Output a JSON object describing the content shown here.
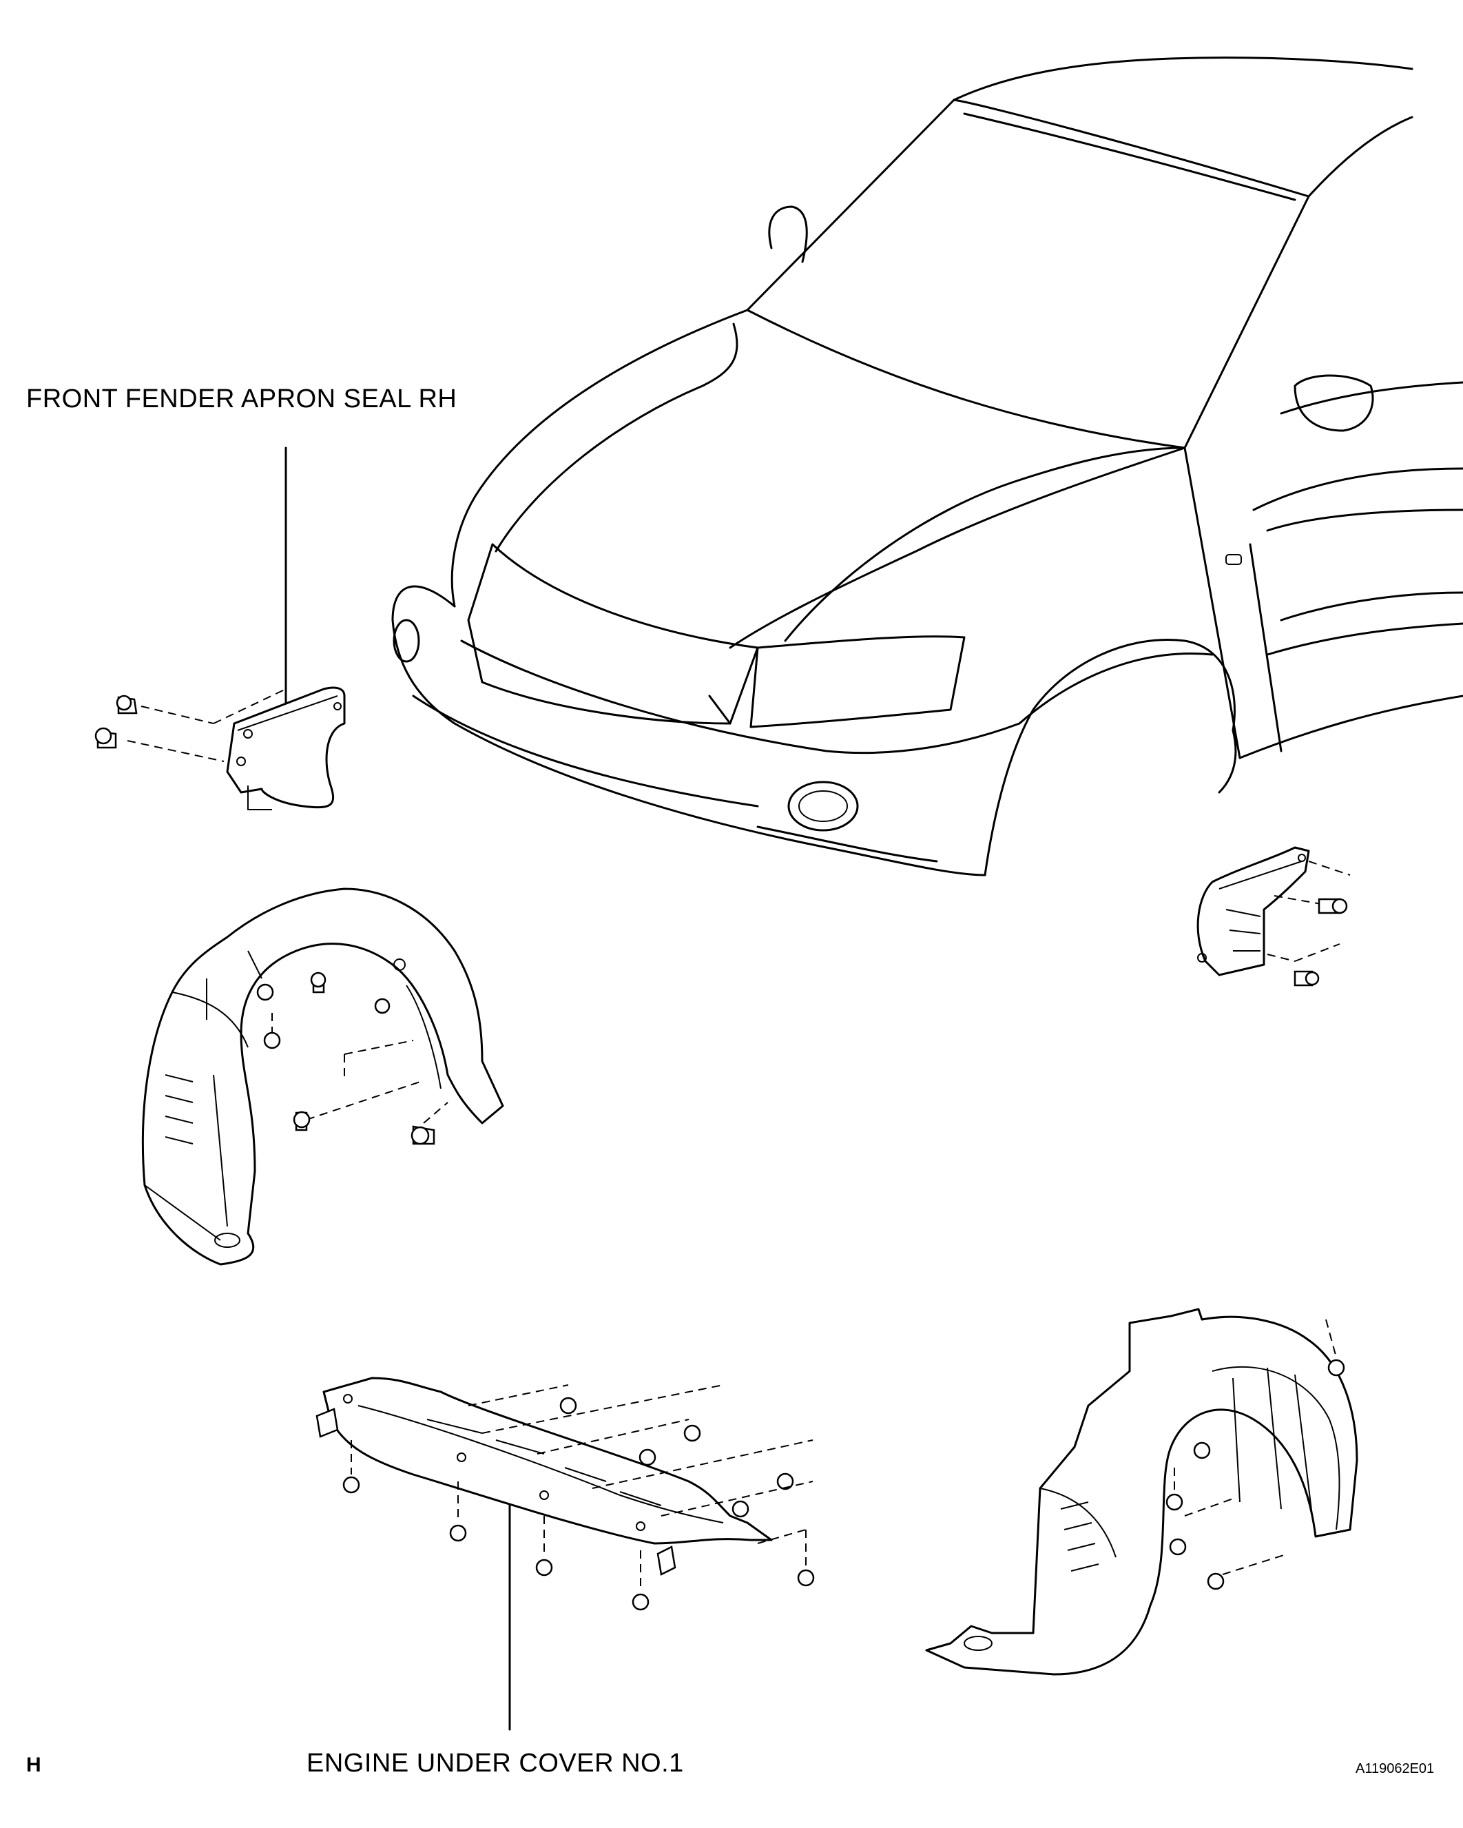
{
  "labels": {
    "apron_seal": "FRONT FENDER APRON SEAL RH",
    "under_cover": "ENGINE UNDER COVER NO.1"
  },
  "footer": {
    "section_letter": "H",
    "figure_code": "A119062E01"
  }
}
